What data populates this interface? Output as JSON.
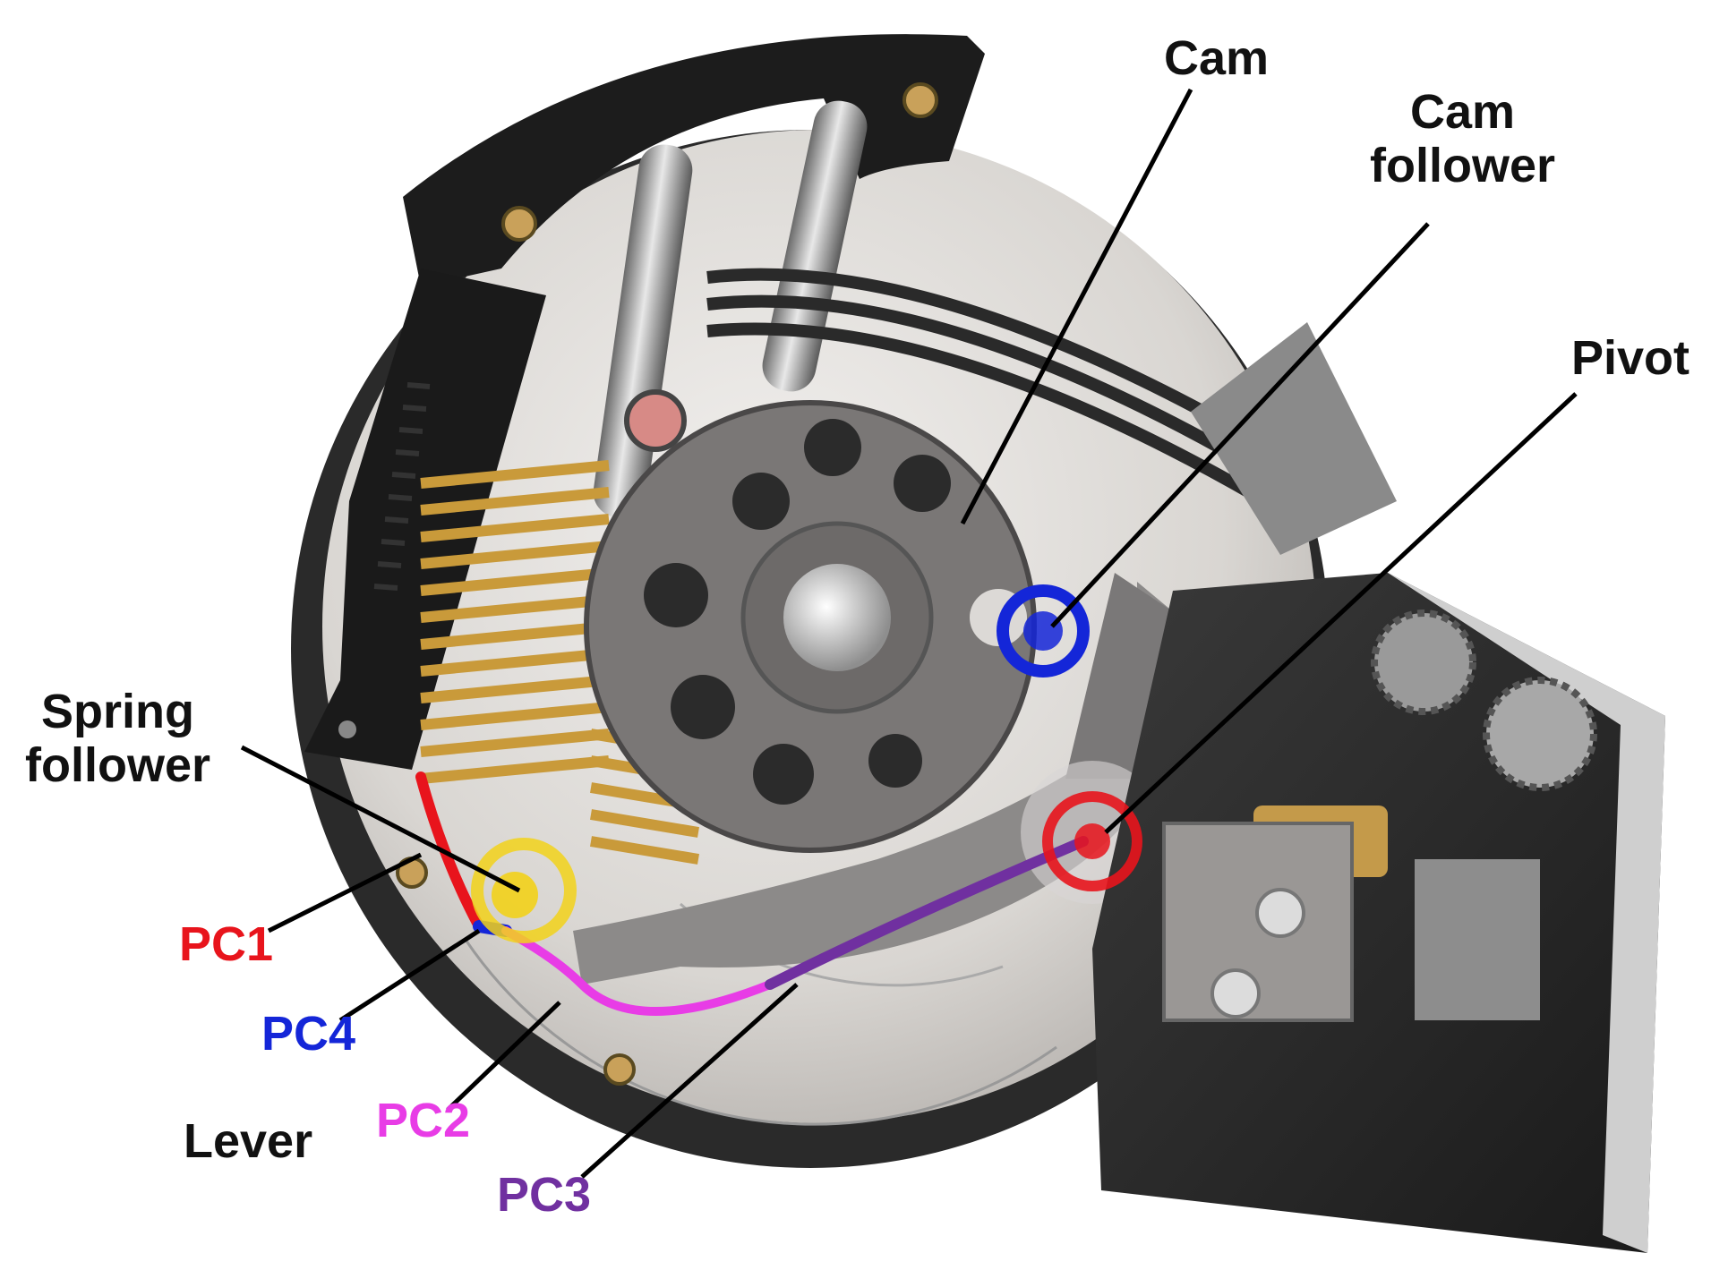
{
  "labels": {
    "cam": "Cam",
    "cam_follower": "Cam\nfollower",
    "pivot": "Pivot",
    "spring_follower": "Spring\nfollower",
    "pc1": "PC1",
    "pc4": "PC4",
    "pc2": "PC2",
    "lever": "Lever",
    "pc3": "PC3"
  },
  "colors": {
    "pc1": "#e8141c",
    "pc2": "#e83ce6",
    "pc3": "#7030a0",
    "pc4": "#1426d8",
    "text": "#111111",
    "cam_follower_marker": "#1426d8",
    "pivot_marker": "#e8141c",
    "spring_follower_marker": "#f2d21a"
  }
}
